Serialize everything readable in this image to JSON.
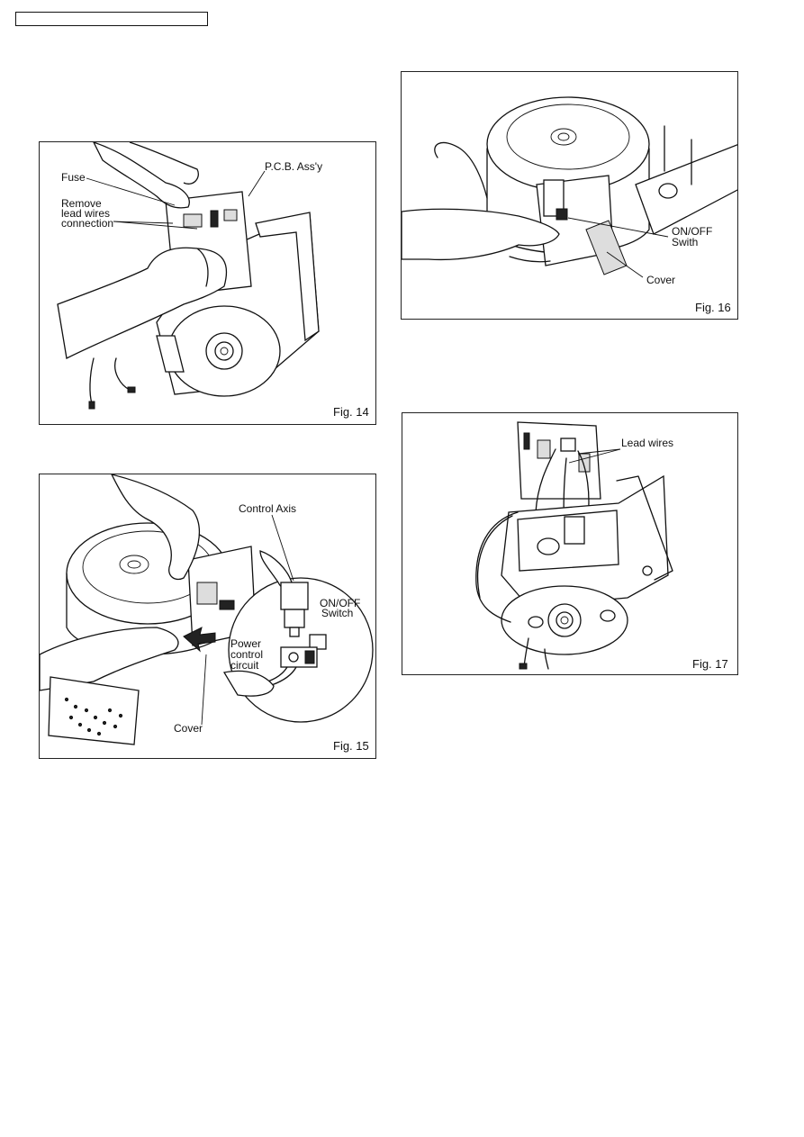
{
  "figures": {
    "fig14": {
      "number": "Fig. 14",
      "labels": {
        "fuse": "Fuse",
        "remove": "Remove",
        "lead_wires": "lead wires",
        "connection": "connection",
        "pcb": "P.C.B. Ass'y"
      }
    },
    "fig15": {
      "number": "Fig. 15",
      "labels": {
        "control_axis": "Control Axis",
        "onoff": "ON/OFF",
        "switch": "Switch",
        "power": "Power",
        "control": "control",
        "circuit": "circuit",
        "cover": "Cover"
      }
    },
    "fig16": {
      "number": "Fig. 16",
      "labels": {
        "onoff": "ON/OFF",
        "swith": "Swith",
        "cover": "Cover"
      }
    },
    "fig17": {
      "number": "Fig. 17",
      "labels": {
        "lead_wires": "Lead wires"
      }
    }
  }
}
